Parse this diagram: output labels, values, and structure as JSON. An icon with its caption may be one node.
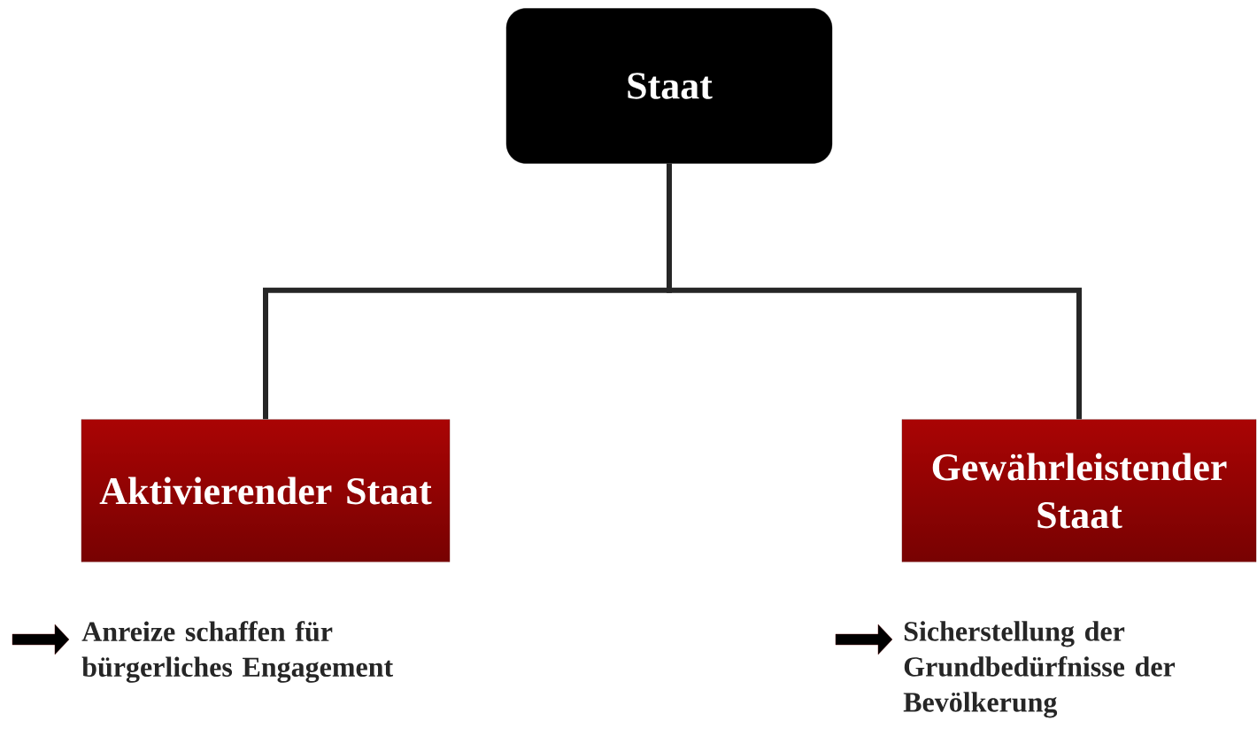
{
  "diagram": {
    "nodes": [
      {
        "text": [
          "Staat"
        ]
      },
      {
        "text": [
          "Aktivierender Staat"
        ],
        "beside": [
          "Anreize schaffen für bürgerliches Engagement"
        ]
      },
      {
        "text": [
          "Gewährleistender Staat"
        ],
        "beside": [
          "Sicherstellung der Grundbedürfnisse der Bevölkerung"
        ]
      }
    ],
    "edges": [
      {
        "from": 0,
        "to": 1,
        "arrow": "none"
      },
      {
        "from": 0,
        "to": 2,
        "arrow": "none"
      }
    ]
  }
}
